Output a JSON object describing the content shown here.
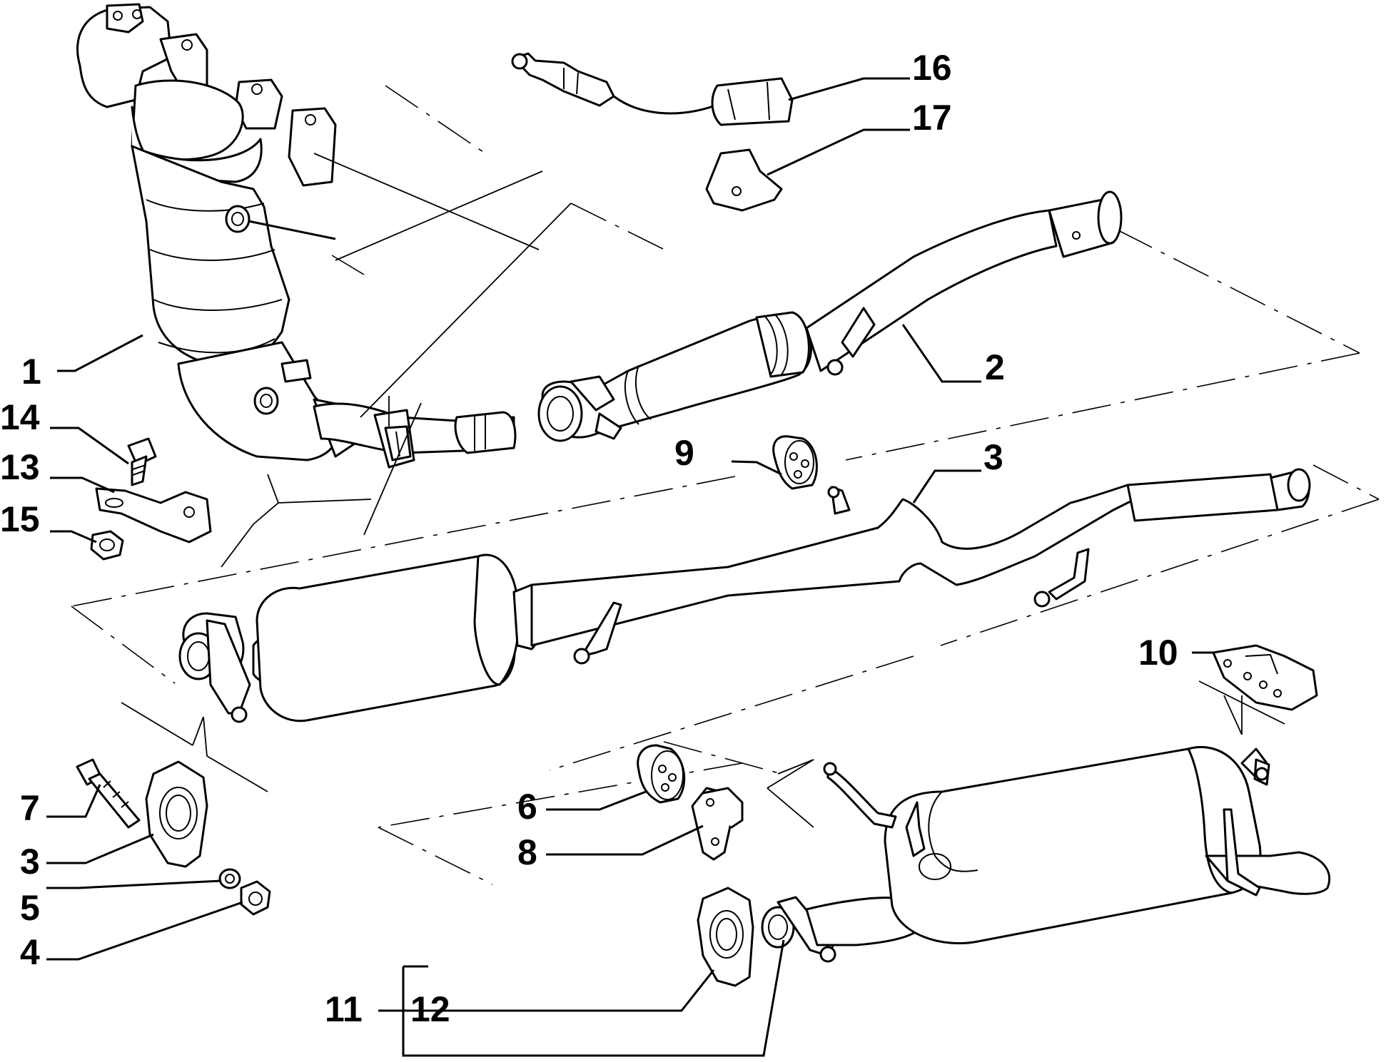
{
  "callouts": {
    "c1": "1",
    "c2": "2",
    "c3a": "3",
    "c3b": "3",
    "c4": "4",
    "c5": "5",
    "c6": "6",
    "c7": "7",
    "c8": "8",
    "c9": "9",
    "c10": "10",
    "c11": "11",
    "c12": "12",
    "c13": "13",
    "c14": "14",
    "c15": "15",
    "c16": "16",
    "c17": "17"
  },
  "icons": {
    "manifold": "catalytic-manifold-icon",
    "front-pipe": "front-pipe-icon",
    "middle-muffler": "middle-muffler-icon",
    "rear-muffler": "rear-muffler-icon",
    "lambda-sensor": "lambda-sensor-icon"
  }
}
